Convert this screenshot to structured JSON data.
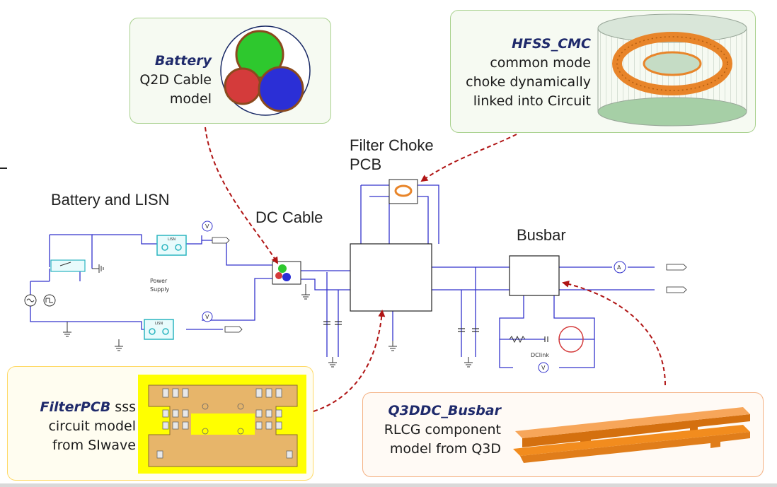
{
  "sections": {
    "battery_lisn": "Battery and LISN",
    "dc_cable": "DC Cable",
    "filter_choke_pcb_line1": "Filter Choke",
    "filter_choke_pcb_line2": "PCB",
    "busbar": "Busbar"
  },
  "callouts": {
    "battery": {
      "title": "Battery",
      "line1": "Q2D Cable",
      "line2": "model"
    },
    "hfss": {
      "title": "HFSS_CMC",
      "line1": "common mode",
      "line2": "choke dynamically",
      "line3": "linked into Circuit"
    },
    "filterpcb": {
      "title": "FilterPCB",
      "title_suffix": " sss",
      "line1": "circuit model",
      "line2": "from SIwave"
    },
    "q3ddc": {
      "title": "Q3DDC_Busbar",
      "line1": "RLCG component",
      "line2": "model from Q3D"
    }
  },
  "schematic_labels": {
    "power_supply_line1": "Power",
    "power_supply_line2": "Supply",
    "dclink": "DClink",
    "lisn": "LISN"
  },
  "colors": {
    "wire": "#3333cc",
    "arrow": "#b01515",
    "callout_title": "#1f2a6b",
    "busbar_orange": "#f28c1e",
    "choke_orange": "#e8852a",
    "lisn_teal": "#2bb5c0",
    "pcb_yellow": "#ffff00"
  }
}
